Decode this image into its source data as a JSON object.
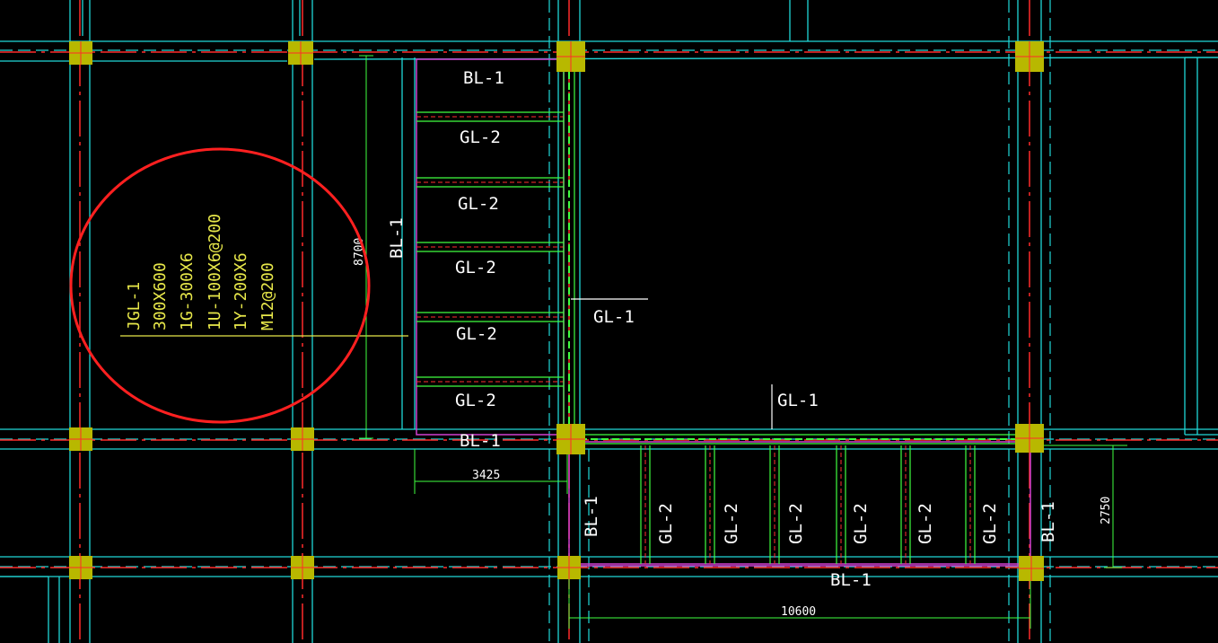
{
  "colors": {
    "background": "#000000",
    "grid_axis": "#ff2a2a",
    "wall_cyan": "#20d8d8",
    "beam_magenta": "#d040d0",
    "beam_green": "#40ff40",
    "column_fill": "#b8b800",
    "label_white": "#ffffff",
    "annotation_yellow": "#e8e84a",
    "highlight_circle": "#ff2020"
  },
  "beam_labels": {
    "bl1_top": "BL-1",
    "bl1_left_vertical": "BL-1",
    "bl1_mid": "BL-1",
    "bl1_bottom": "BL-1",
    "bl1_lower_left": "BL-1",
    "bl1_lower_right": "BL-1",
    "gl1_right": "GL-1",
    "gl1_center": "GL-1",
    "gl2_stair": [
      "GL-2",
      "GL-2",
      "GL-2",
      "GL-2",
      "GL-2"
    ],
    "gl2_horizontal": [
      "GL-2",
      "GL-2",
      "GL-2",
      "GL-2",
      "GL-2",
      "GL-2"
    ]
  },
  "annotation": {
    "lines": [
      "JGL-1",
      "300X600",
      "1G-300X6",
      "1U-100X6@200",
      "1Y-200X6",
      "M12@200"
    ]
  },
  "dimensions": {
    "vertical_left": "8700",
    "horizontal_stair": "3425",
    "vertical_right": "2750",
    "horizontal_bottom": "10600"
  }
}
